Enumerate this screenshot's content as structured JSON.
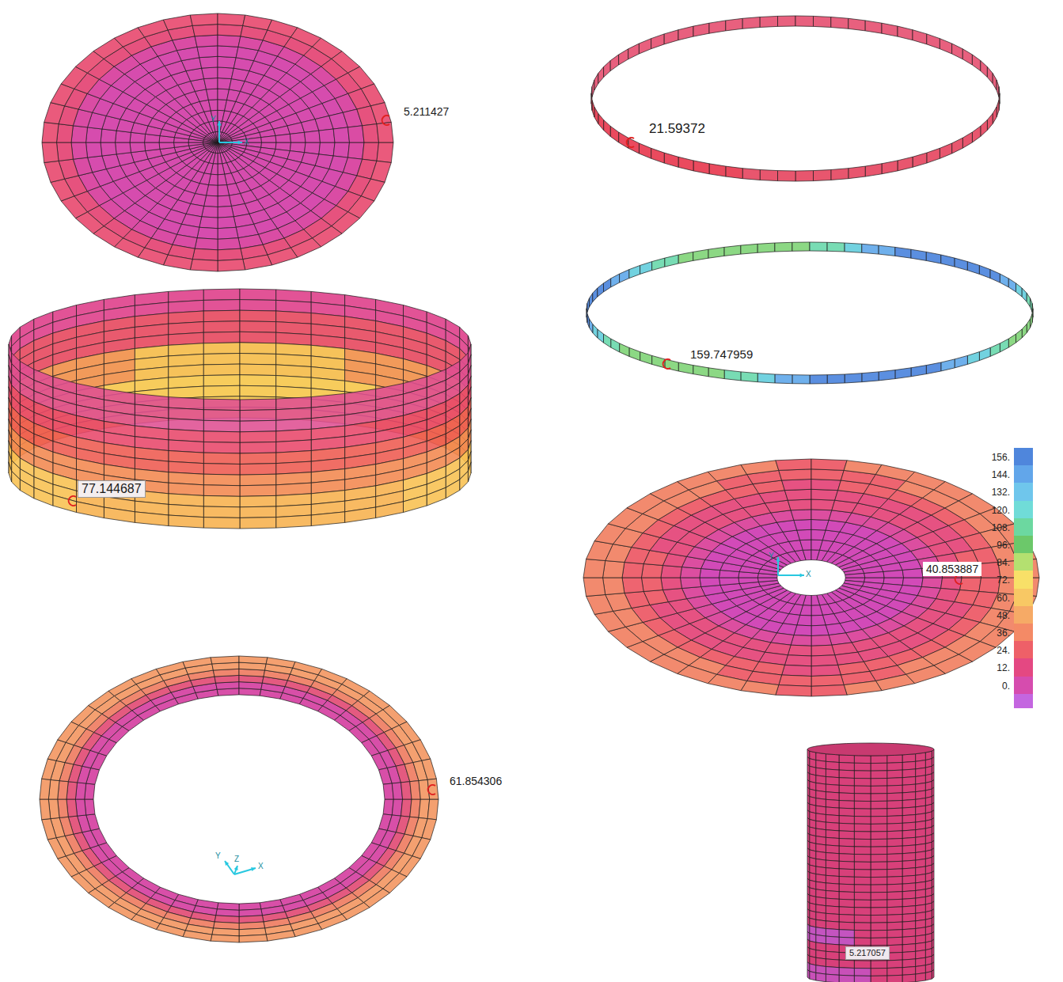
{
  "diagram": {
    "labels": [
      "5.211427",
      "Y",
      "X",
      "21.59372",
      "77.144687",
      "159.747959",
      "40.853887",
      "Y",
      "X",
      "61.854306",
      "Y",
      "Z",
      "X",
      "5.217057"
    ],
    "legend": [
      {
        "text": "156.",
        "color": "#4f86dc"
      },
      {
        "text": "144.",
        "color": "#62a6ea"
      },
      {
        "text": "132.",
        "color": "#6fc6ec"
      },
      {
        "text": "120.",
        "color": "#70dcd8"
      },
      {
        "text": "108.",
        "color": "#6cd8a0"
      },
      {
        "text": "96.",
        "color": "#6cc86a"
      },
      {
        "text": "84.",
        "color": "#b4e070"
      },
      {
        "text": "72.",
        "color": "#f8e068"
      },
      {
        "text": "60.",
        "color": "#f8c864"
      },
      {
        "text": "48.",
        "color": "#f6aa66"
      },
      {
        "text": "36.",
        "color": "#f48a66"
      },
      {
        "text": "24.",
        "color": "#ee6068"
      },
      {
        "text": "12.",
        "color": "#e44882"
      },
      {
        "text": "0.",
        "color": "#d64cae"
      }
    ]
  }
}
